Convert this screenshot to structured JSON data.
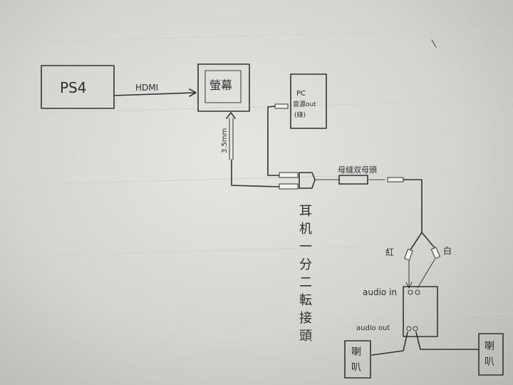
{
  "nodes": {
    "ps4": "PS4",
    "screen": "螢幕",
    "pc_line1": "PC",
    "pc_line2": "音源out",
    "pc_line3": "(綠)",
    "coupler": "母縫双母頭",
    "splitter": [
      "耳",
      "机",
      "一",
      "分",
      "二",
      "転",
      "接",
      "頭"
    ],
    "red": "紅",
    "white": "白",
    "audio_in": "audio in",
    "audio_out": "audio out",
    "speaker_left": [
      "喇",
      "叭"
    ],
    "speaker_right": [
      "喇",
      "叭"
    ]
  },
  "edges": {
    "hdmi": "HDMI",
    "jack": "3.5mm"
  },
  "colors": {
    "ink": "#333333",
    "paper": "#e2e2de"
  }
}
